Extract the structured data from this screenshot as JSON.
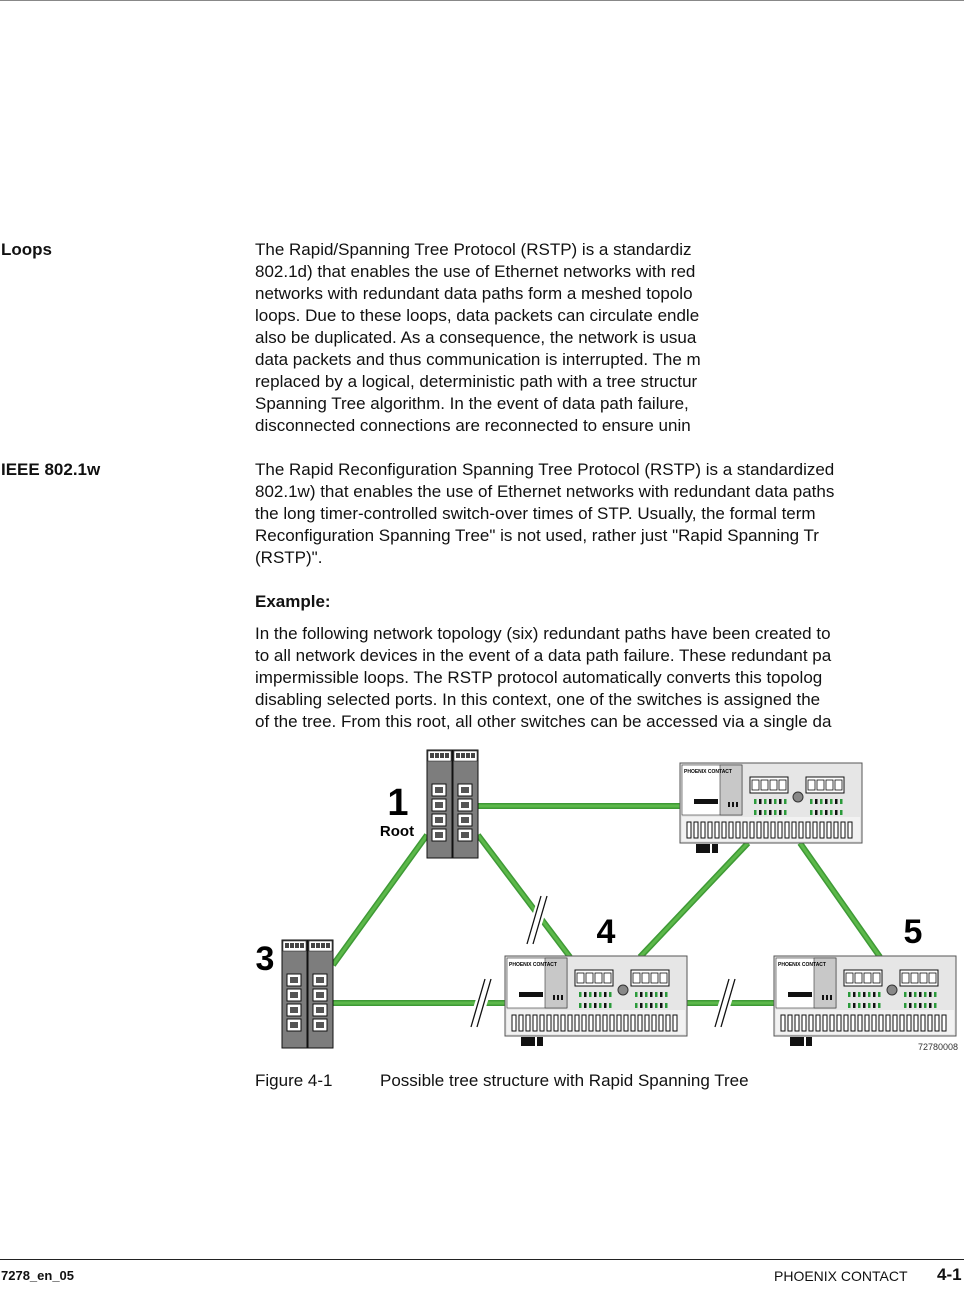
{
  "sections": [
    {
      "heading": "Loops",
      "lines": [
        "The Rapid/Spanning Tree Protocol (RSTP) is a standardiz",
        "802.1d) that enables the use of Ethernet networks with red",
        "networks with redundant data paths form a meshed topolo",
        "loops. Due to these loops, data packets can circulate endle",
        "also be duplicated. As a consequence, the network is usua",
        "data packets and thus communication is interrupted. The m",
        "replaced by a logical, deterministic path with a tree structur",
        "Spanning Tree algorithm. In the event of data path failure,",
        "disconnected connections are reconnected to ensure unin"
      ]
    },
    {
      "heading": "IEEE 802.1w",
      "lines": [
        "The Rapid Reconfiguration Spanning Tree Protocol (RSTP) is a standardized",
        "802.1w) that enables the use of Ethernet networks with redundant data paths",
        "the long timer-controlled switch-over times of STP. Usually, the formal term",
        "Reconfiguration Spanning Tree\" is not used, rather just \"Rapid Spanning Tr",
        "(RSTP)\"."
      ]
    }
  ],
  "example": {
    "heading": "Example:",
    "lines": [
      "In the following network topology (six) redundant paths have been created to",
      "to all network devices in the event of a data path failure. These redundant pa",
      "impermissible loops. The RSTP protocol automatically converts this topolog",
      "disabling selected ports. In this context, one of the switches is assigned the",
      "of the tree. From this root, all other switches can be accessed via a single da"
    ]
  },
  "figure": {
    "labels": {
      "n1": "1",
      "root": "Root",
      "n3": "3",
      "n4": "4",
      "n5": "5"
    },
    "image_id": "72780008",
    "brand_on_devices": "PHOENIX CONTACT",
    "cable_color": "#5cb84a",
    "caption_number": "Figure 4-1",
    "caption_text": "Possible tree structure with Rapid Spanning Tree"
  },
  "footer": {
    "doc_id": "7278_en_05",
    "company": "PHOENIX CONTACT",
    "page": "4-1"
  }
}
